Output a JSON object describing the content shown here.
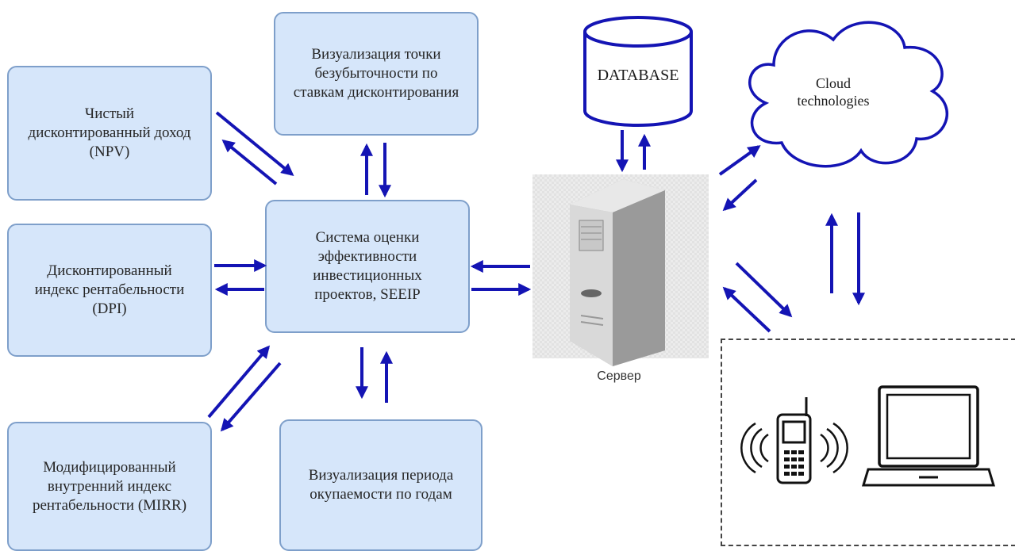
{
  "boxes": {
    "npv": "Чистый\nдисконтированный доход\n(NPV)",
    "dpi": "Дисконтированный\nиндекс рентабельности\n(DPI)",
    "mirr": "Модифицированный\nвнутренний индекс\nрентабельности (MIRR)",
    "breakeven": "Визуализация точки\nбезубыточности по\nставкам дисконтирования",
    "payback": "Визуализация периода\nокупаемости по годам",
    "seeip": "Система оценки\nэффективности\nинвестиционных\nпроектов, SEEIP"
  },
  "database": {
    "label": "DATABASE"
  },
  "cloud": {
    "label": "Cloud\ntechnologies"
  },
  "server": {
    "label": "Сервер"
  },
  "colors": {
    "arrow": "#1414b4",
    "box_fill": "#d6e6fa",
    "box_border": "#7e9fca",
    "db_stroke": "#1414b4",
    "cloud_stroke": "#1414b4"
  }
}
